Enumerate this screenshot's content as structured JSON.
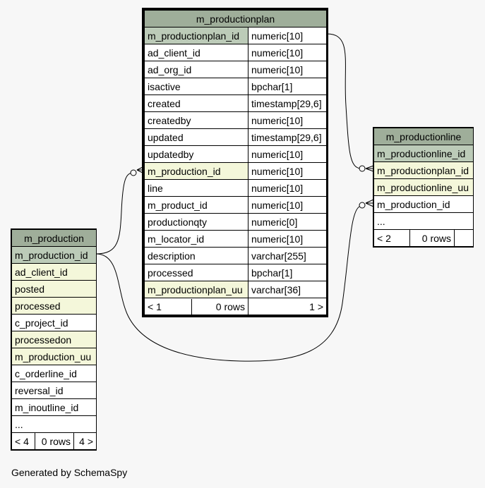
{
  "colors": {
    "header": "#9fae9a",
    "pk": "#bccbb8",
    "fk_or_indexed": "#f4f7da",
    "plain": "#ffffff",
    "background": "#f7f7f7"
  },
  "tables": {
    "m_productionplan": {
      "name": "m_productionplan",
      "columns": [
        {
          "name": "m_productionplan_id",
          "type": "numeric[10]",
          "style": "pk"
        },
        {
          "name": "ad_client_id",
          "type": "numeric[10]",
          "style": "plain"
        },
        {
          "name": "ad_org_id",
          "type": "numeric[10]",
          "style": "plain"
        },
        {
          "name": "isactive",
          "type": "bpchar[1]",
          "style": "plain"
        },
        {
          "name": "created",
          "type": "timestamp[29,6]",
          "style": "plain"
        },
        {
          "name": "createdby",
          "type": "numeric[10]",
          "style": "plain"
        },
        {
          "name": "updated",
          "type": "timestamp[29,6]",
          "style": "plain"
        },
        {
          "name": "updatedby",
          "type": "numeric[10]",
          "style": "plain"
        },
        {
          "name": "m_production_id",
          "type": "numeric[10]",
          "style": "fk"
        },
        {
          "name": "line",
          "type": "numeric[10]",
          "style": "plain"
        },
        {
          "name": "m_product_id",
          "type": "numeric[10]",
          "style": "plain"
        },
        {
          "name": "productionqty",
          "type": "numeric[0]",
          "style": "plain"
        },
        {
          "name": "m_locator_id",
          "type": "numeric[10]",
          "style": "plain"
        },
        {
          "name": "description",
          "type": "varchar[255]",
          "style": "plain"
        },
        {
          "name": "processed",
          "type": "bpchar[1]",
          "style": "plain"
        },
        {
          "name": "m_productionplan_uu",
          "type": "varchar[36]",
          "style": "fk"
        }
      ],
      "footer": {
        "parents": "< 1",
        "rows": "0 rows",
        "children": "1 >"
      }
    },
    "m_productionline": {
      "name": "m_productionline",
      "columns": [
        {
          "name": "m_productionline_id",
          "style": "pk"
        },
        {
          "name": "m_productionplan_id",
          "style": "fk"
        },
        {
          "name": "m_productionline_uu",
          "style": "fk"
        },
        {
          "name": "m_production_id",
          "style": "plain"
        },
        {
          "name": "...",
          "style": "plain"
        }
      ],
      "footer": {
        "parents": "< 2",
        "rows": "0 rows",
        "children": ""
      }
    },
    "m_production": {
      "name": "m_production",
      "columns": [
        {
          "name": "m_production_id",
          "style": "pk"
        },
        {
          "name": "ad_client_id",
          "style": "fk"
        },
        {
          "name": "posted",
          "style": "fk"
        },
        {
          "name": "processed",
          "style": "fk"
        },
        {
          "name": "c_project_id",
          "style": "plain"
        },
        {
          "name": "processedon",
          "style": "fk"
        },
        {
          "name": "m_production_uu",
          "style": "fk"
        },
        {
          "name": "c_orderline_id",
          "style": "plain"
        },
        {
          "name": "reversal_id",
          "style": "plain"
        },
        {
          "name": "m_inoutline_id",
          "style": "plain"
        },
        {
          "name": "...",
          "style": "plain"
        }
      ],
      "footer": {
        "parents": "< 4",
        "rows": "0 rows",
        "children": "4 >"
      }
    }
  },
  "footer_text": "Generated by SchemaSpy"
}
